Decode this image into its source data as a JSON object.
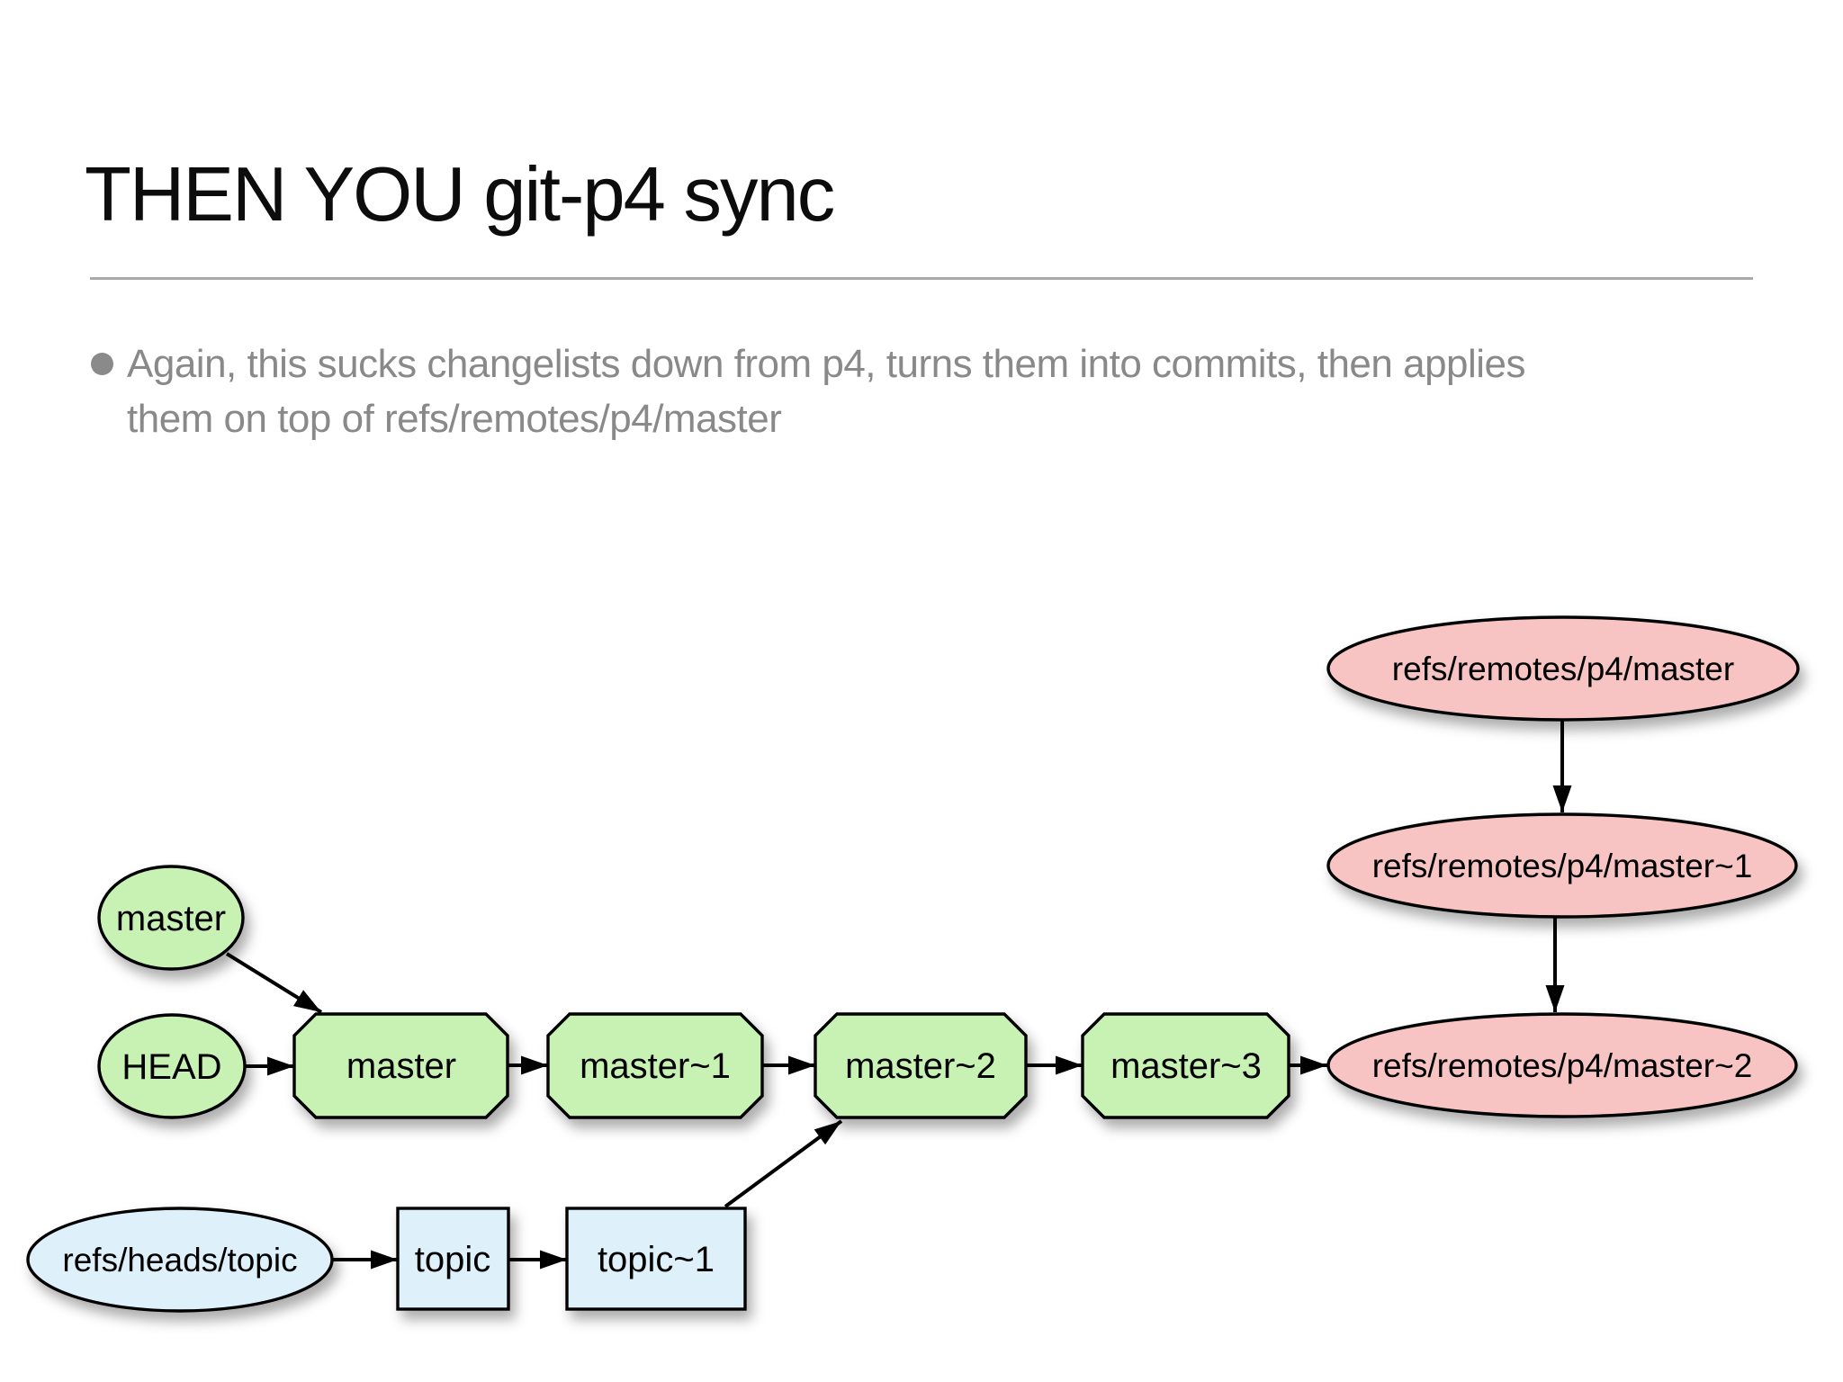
{
  "slide": {
    "title": "THEN YOU git-p4 sync",
    "bullet": {
      "lines": [
        "Again, this sucks changelists down from p4, turns them into commits, then applies",
        "them on top of refs/remotes/p4/master"
      ]
    }
  },
  "diagram": {
    "colors": {
      "branch_fill": "#c8f1b4",
      "remote_fill": "#f8c4c3",
      "topic_fill": "#def0fa",
      "border": "#000000",
      "edge": "#000000",
      "divider": "#aaaaaa",
      "bullet_text": "#898989"
    },
    "nodes": {
      "master_ref": {
        "label": "master"
      },
      "head_ref": {
        "label": "HEAD"
      },
      "commit_master": {
        "label": "master"
      },
      "commit_master_1": {
        "label": "master~1"
      },
      "commit_master_2": {
        "label": "master~2"
      },
      "commit_master_3": {
        "label": "master~3"
      },
      "p4_master": {
        "label": "refs/remotes/p4/master"
      },
      "p4_master_1": {
        "label": "refs/remotes/p4/master~1"
      },
      "p4_master_2": {
        "label": "refs/remotes/p4/master~2"
      },
      "topic_ref": {
        "label": "refs/heads/topic"
      },
      "commit_topic": {
        "label": "topic"
      },
      "commit_topic_1": {
        "label": "topic~1"
      }
    }
  }
}
